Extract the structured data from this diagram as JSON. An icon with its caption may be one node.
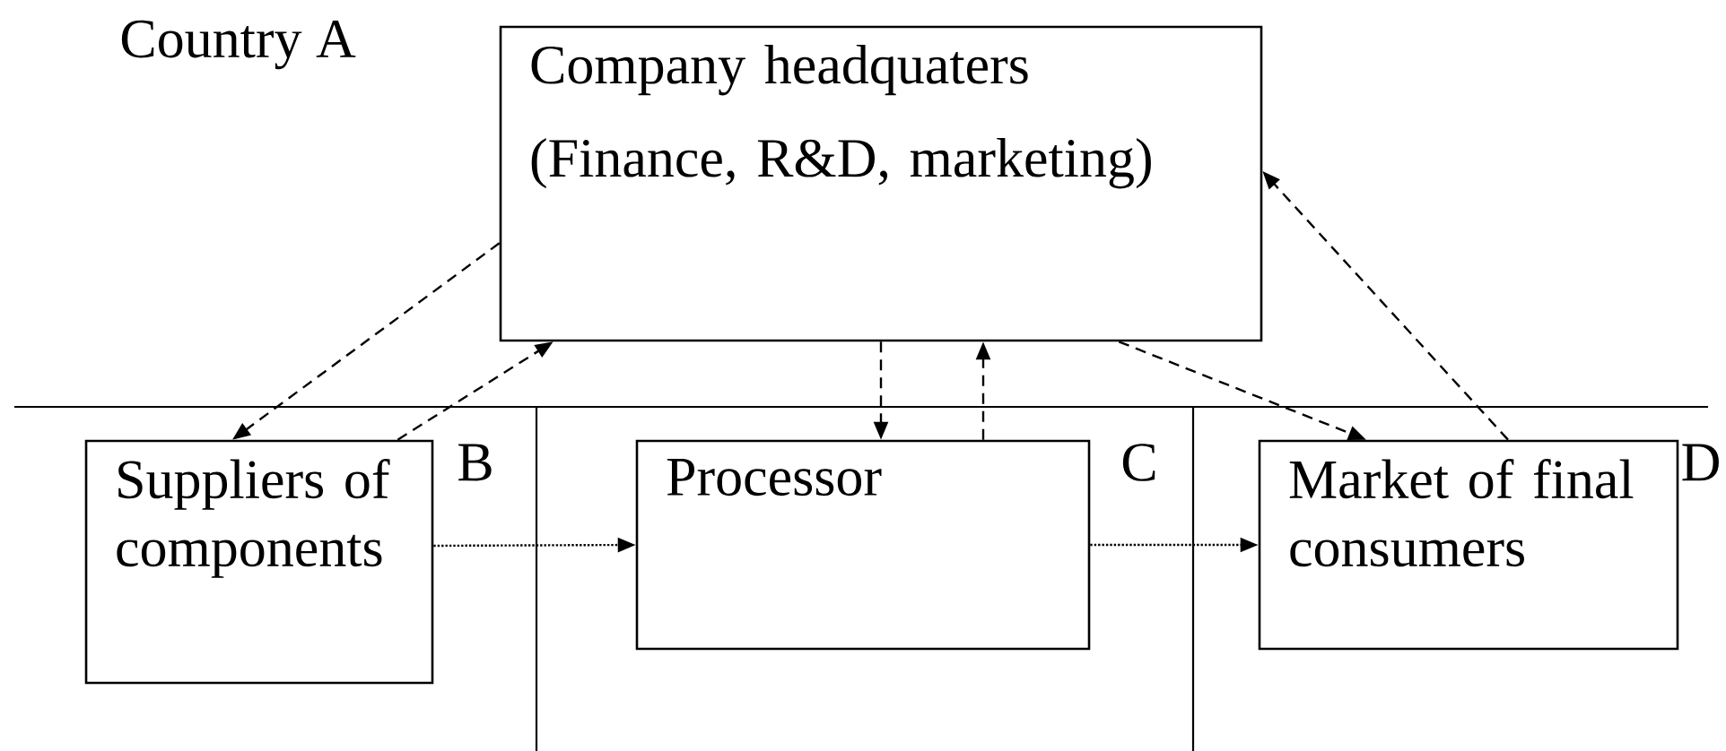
{
  "diagram": {
    "nodes": [
      {
        "text": [
          "Company headquaters",
          "(Finance, R&D, marketing)"
        ]
      },
      {
        "text": [
          "Suppliers of components"
        ]
      },
      {
        "text": [
          "Processor"
        ]
      },
      {
        "text": [
          "Market of final consumers"
        ]
      }
    ],
    "edges": [
      {
        "from": 0,
        "to": 1,
        "arrow": "to",
        "style": "dashed"
      },
      {
        "from": 1,
        "to": 0,
        "arrow": "to",
        "style": "dashed"
      },
      {
        "from": 0,
        "to": 2,
        "arrow": "to",
        "style": "dashed"
      },
      {
        "from": 2,
        "to": 0,
        "arrow": "to",
        "style": "dashed"
      },
      {
        "from": 0,
        "to": 3,
        "arrow": "to",
        "style": "dashed"
      },
      {
        "from": 3,
        "to": 0,
        "arrow": "to",
        "style": "dashed"
      },
      {
        "from": 1,
        "to": 2,
        "arrow": "to"
      },
      {
        "from": 2,
        "to": 3,
        "arrow": "to"
      }
    ],
    "labels": [
      "Country A",
      "B",
      "C",
      "D"
    ]
  }
}
